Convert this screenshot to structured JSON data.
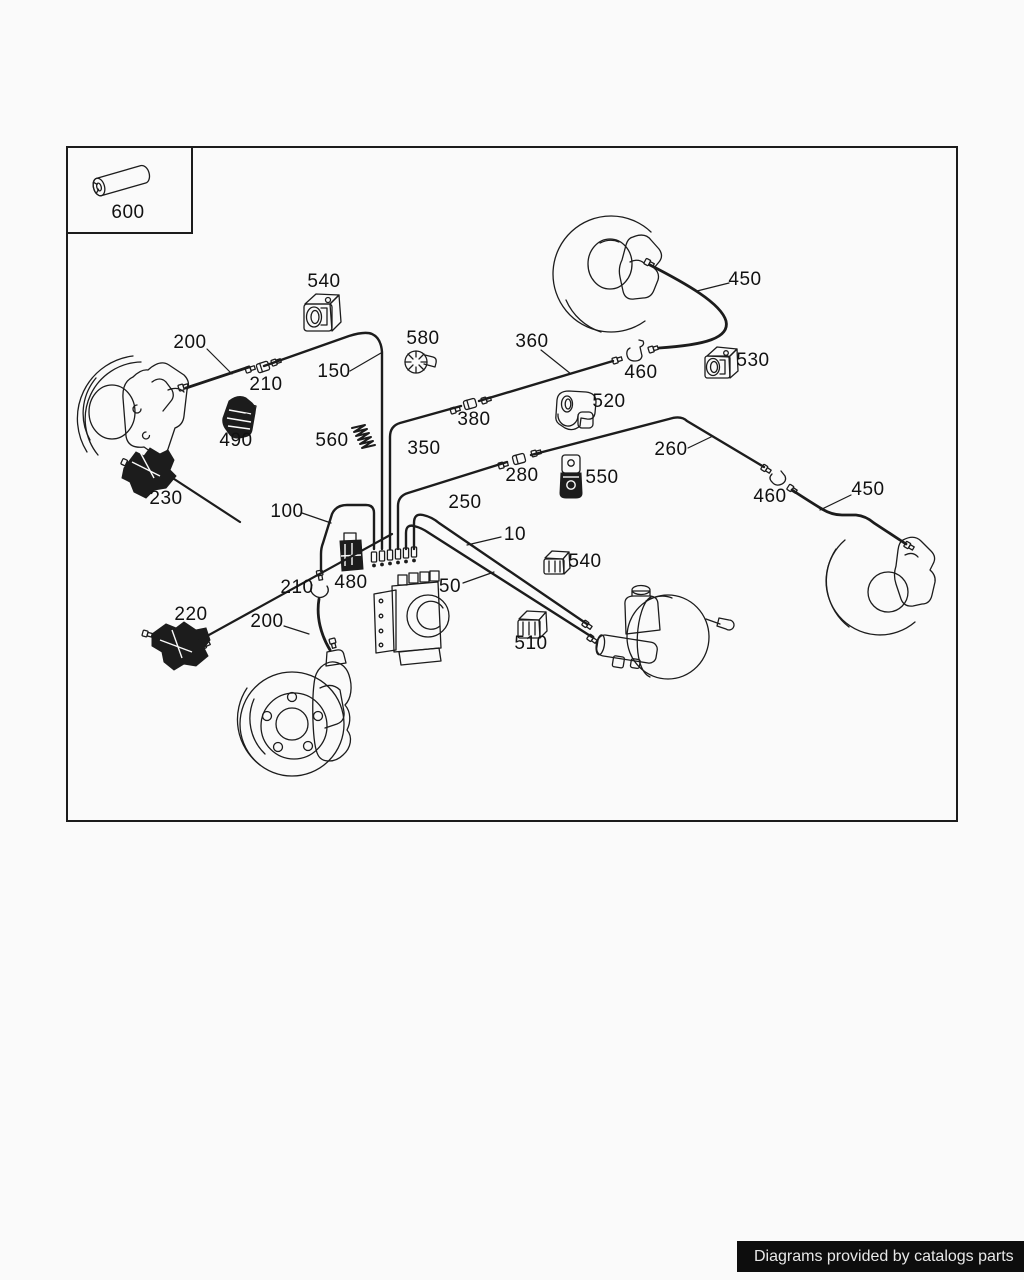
{
  "footer": {
    "text": "Diagrams provided by catalogs parts",
    "bg": "#0d0d0d",
    "fg": "#e8e8e8"
  },
  "diagram": {
    "ink_color": "#1c1c1c",
    "background": "#fafafa"
  },
  "labels": [
    {
      "id": "part-600",
      "text": "600"
    },
    {
      "id": "part-540a",
      "text": "540"
    },
    {
      "id": "part-580",
      "text": "580"
    },
    {
      "id": "part-200a",
      "text": "200"
    },
    {
      "id": "part-210a",
      "text": "210"
    },
    {
      "id": "part-150",
      "text": "150"
    },
    {
      "id": "part-490",
      "text": "490"
    },
    {
      "id": "part-230",
      "text": "230"
    },
    {
      "id": "part-360",
      "text": "360"
    },
    {
      "id": "part-450a",
      "text": "450"
    },
    {
      "id": "part-460a",
      "text": "460"
    },
    {
      "id": "part-530",
      "text": "530"
    },
    {
      "id": "part-380",
      "text": "380"
    },
    {
      "id": "part-350",
      "text": "350"
    },
    {
      "id": "part-520",
      "text": "520"
    },
    {
      "id": "part-560",
      "text": "560"
    },
    {
      "id": "part-280",
      "text": "280"
    },
    {
      "id": "part-550",
      "text": "550"
    },
    {
      "id": "part-260",
      "text": "260"
    },
    {
      "id": "part-460b",
      "text": "460"
    },
    {
      "id": "part-450b",
      "text": "450"
    },
    {
      "id": "part-100",
      "text": "100"
    },
    {
      "id": "part-250",
      "text": "250"
    },
    {
      "id": "part-10",
      "text": "10"
    },
    {
      "id": "part-480",
      "text": "480"
    },
    {
      "id": "part-210b",
      "text": "210"
    },
    {
      "id": "part-50",
      "text": "50"
    },
    {
      "id": "part-540b",
      "text": "540"
    },
    {
      "id": "part-200b",
      "text": "200"
    },
    {
      "id": "part-220",
      "text": "220"
    },
    {
      "id": "part-510",
      "text": "510"
    }
  ]
}
